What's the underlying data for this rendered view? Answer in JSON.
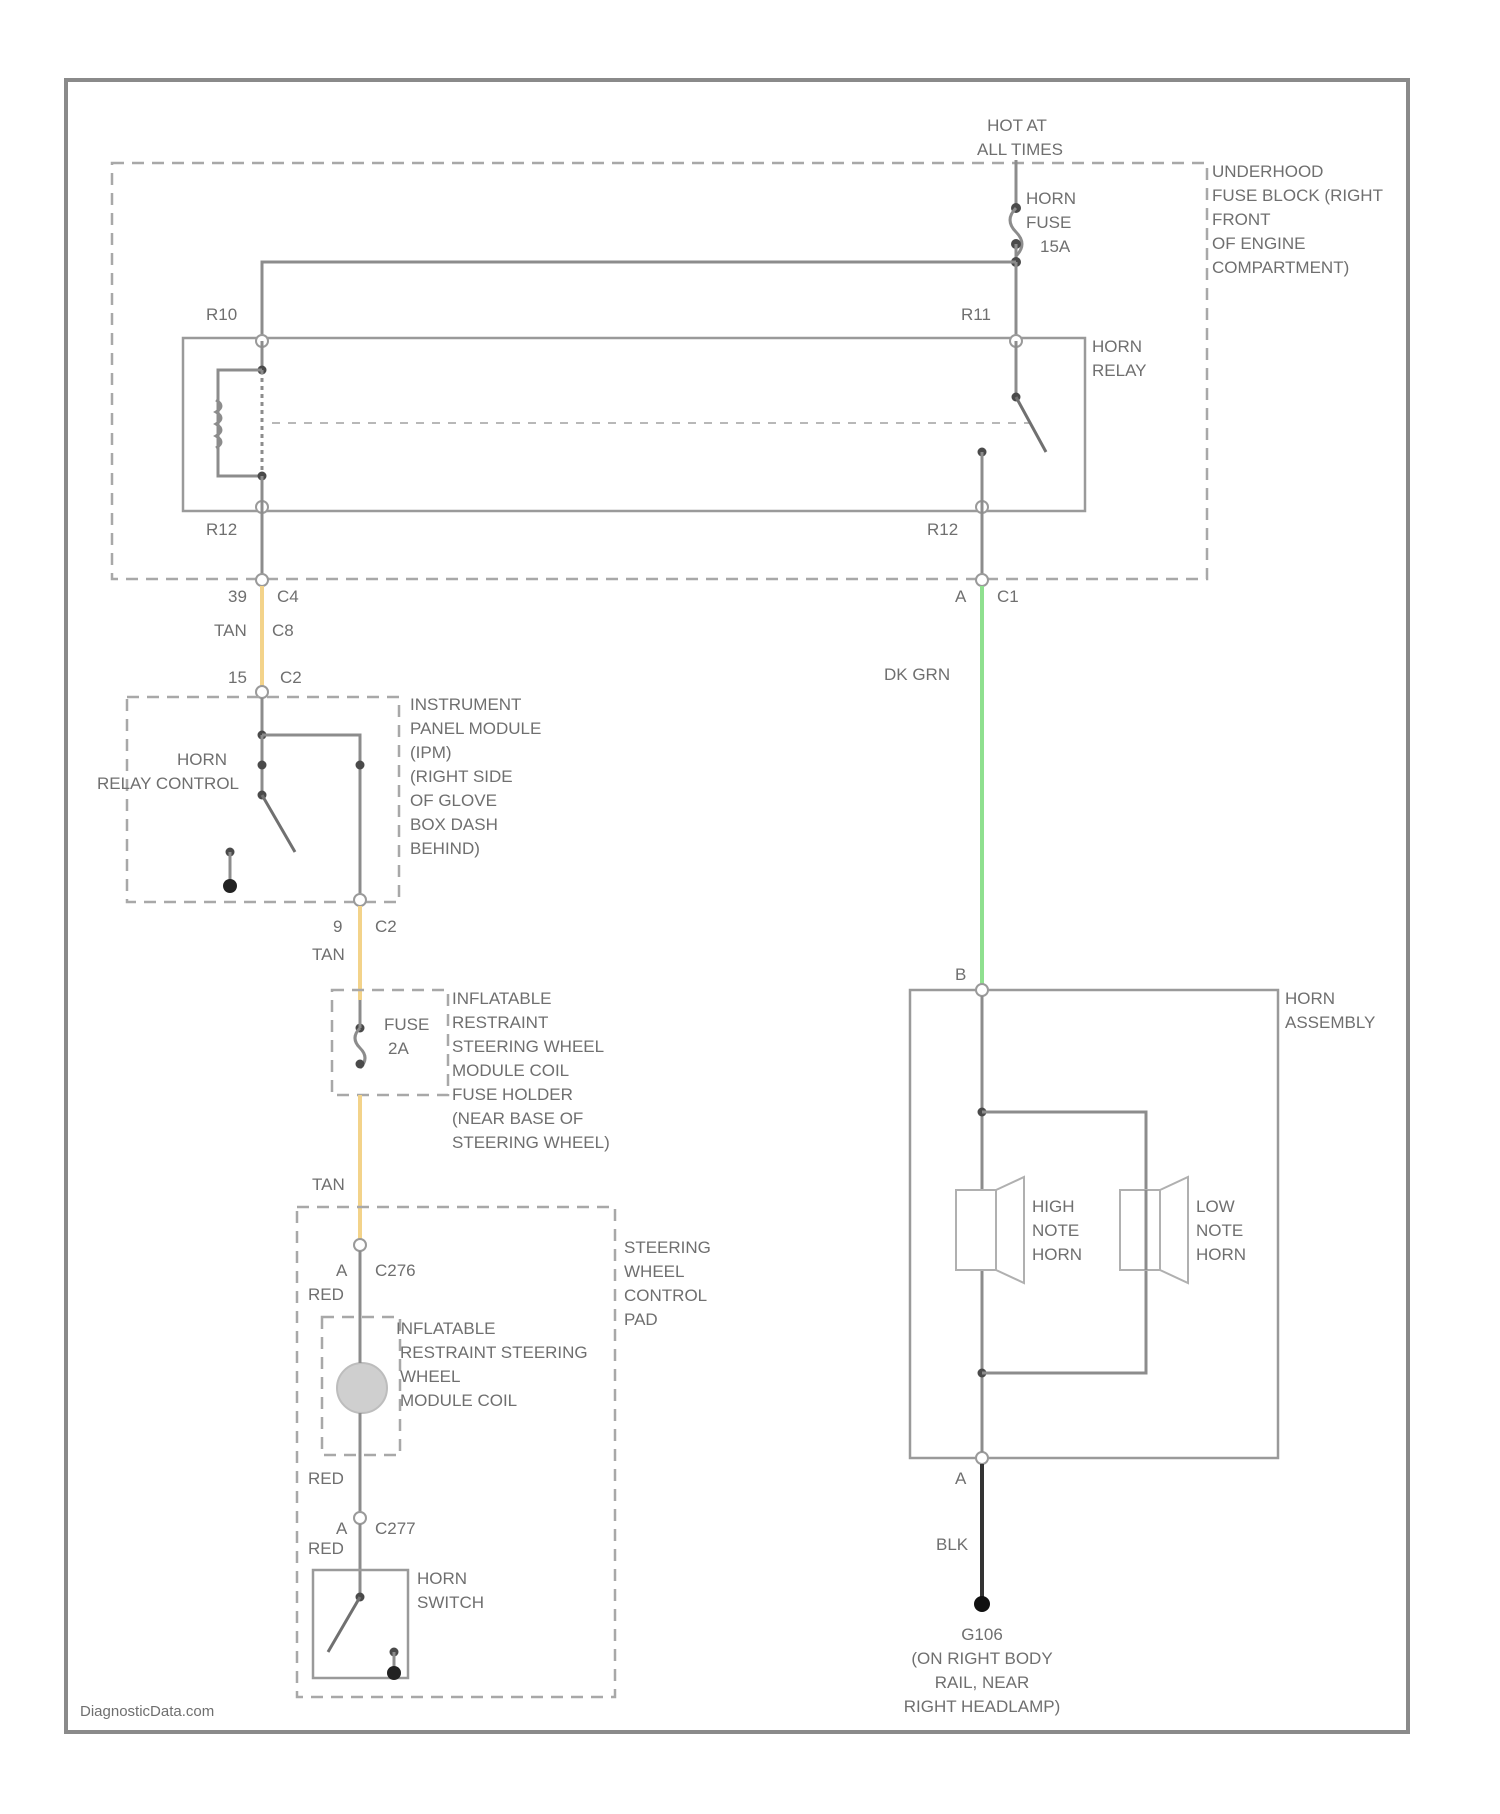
{
  "supply": {
    "line1": "HOT AT",
    "line2": "ALL TIMES"
  },
  "fuse_block": {
    "lines": [
      "UNDERHOOD",
      "FUSE BLOCK (RIGHT",
      "FRONT",
      "OF ENGINE",
      "COMPARTMENT)"
    ]
  },
  "horn_fuse": {
    "lines": [
      "HORN",
      "FUSE",
      "15A"
    ]
  },
  "horn_relay": {
    "lines": [
      "HORN",
      "RELAY"
    ],
    "pin_r10": "R10",
    "pin_r11": "R11",
    "pin_r12_left": "R12",
    "pin_r12_right": "R12"
  },
  "connector_top_left": {
    "pins": "39",
    "conn": "C4"
  },
  "wire_tan_1": {
    "circuit": "TAN",
    "conn": "C8"
  },
  "connector_ipm_in": {
    "pin": "15",
    "conn": "C2"
  },
  "ipm": {
    "lines": [
      "INSTRUMENT",
      "PANEL MODULE",
      "(IPM)",
      "(RIGHT SIDE",
      "OF GLOVE",
      "BOX DASH",
      "BEHIND)"
    ],
    "relay_control": [
      "HORN",
      "RELAY CONTROL"
    ]
  },
  "connector_ipm_out": {
    "pin": "9",
    "conn": "C2"
  },
  "wire_tan_2": {
    "circuit": "TAN"
  },
  "fuse_2a": {
    "lines": [
      "FUSE",
      "2A"
    ]
  },
  "coil_fuse_holder": {
    "lines": [
      "INFLATABLE",
      "RESTRAINT",
      "STEERING WHEEL",
      "MODULE COIL",
      "FUSE HOLDER",
      "(NEAR BASE OF",
      "STEERING WHEEL)"
    ]
  },
  "wire_tan_3": {
    "circuit": "TAN"
  },
  "steering_pad": {
    "lines": [
      "STEERING",
      "WHEEL",
      "CONTROL",
      "PAD"
    ]
  },
  "connector_c276": {
    "pin": "A",
    "conn": "C276",
    "wire": "RED"
  },
  "coil": {
    "lines": [
      "INFLATABLE",
      "RESTRAINT STEERING",
      "WHEEL",
      "MODULE COIL"
    ]
  },
  "wire_red_2": {
    "circuit": "RED"
  },
  "connector_c277": {
    "pin": "A",
    "conn": "C277",
    "wire": "RED"
  },
  "horn_switch": {
    "lines": [
      "HORN",
      "SWITCH"
    ]
  },
  "connector_c1": {
    "pin": "A",
    "conn": "C1"
  },
  "wire_dk_grn": {
    "circuit": "DK GRN"
  },
  "horn_assembly": {
    "lines": [
      "HORN",
      "ASSEMBLY"
    ],
    "pin_b": "B",
    "pin_a": "A",
    "high_note": [
      "HIGH",
      "NOTE",
      "HORN"
    ],
    "low_note": [
      "LOW",
      "NOTE",
      "HORN"
    ]
  },
  "wire_blk": {
    "circuit": "BLK"
  },
  "ground": {
    "lines": [
      "G106",
      "(ON RIGHT BODY",
      "RAIL, NEAR",
      "RIGHT HEADLAMP)"
    ]
  },
  "watermark": "DiagnosticData.com",
  "colors": {
    "tan_wire": "#f3d38a",
    "green_wire": "#8fe08f",
    "frame": "#8a8a8a"
  }
}
